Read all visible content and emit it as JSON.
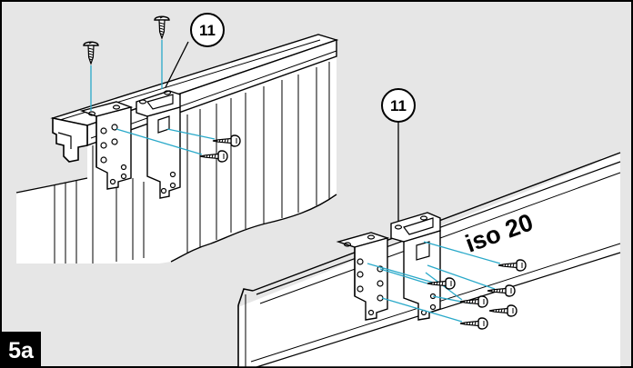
{
  "figure": {
    "step_label": "5a",
    "callout_top": "11",
    "callout_bottom": "11",
    "panel_label": "iso 20"
  },
  "colors": {
    "background": "#e6e6e6",
    "line": "#000000",
    "guide_line": "#29a9c9",
    "bracket": "#ffffff",
    "badge": "#000000"
  }
}
